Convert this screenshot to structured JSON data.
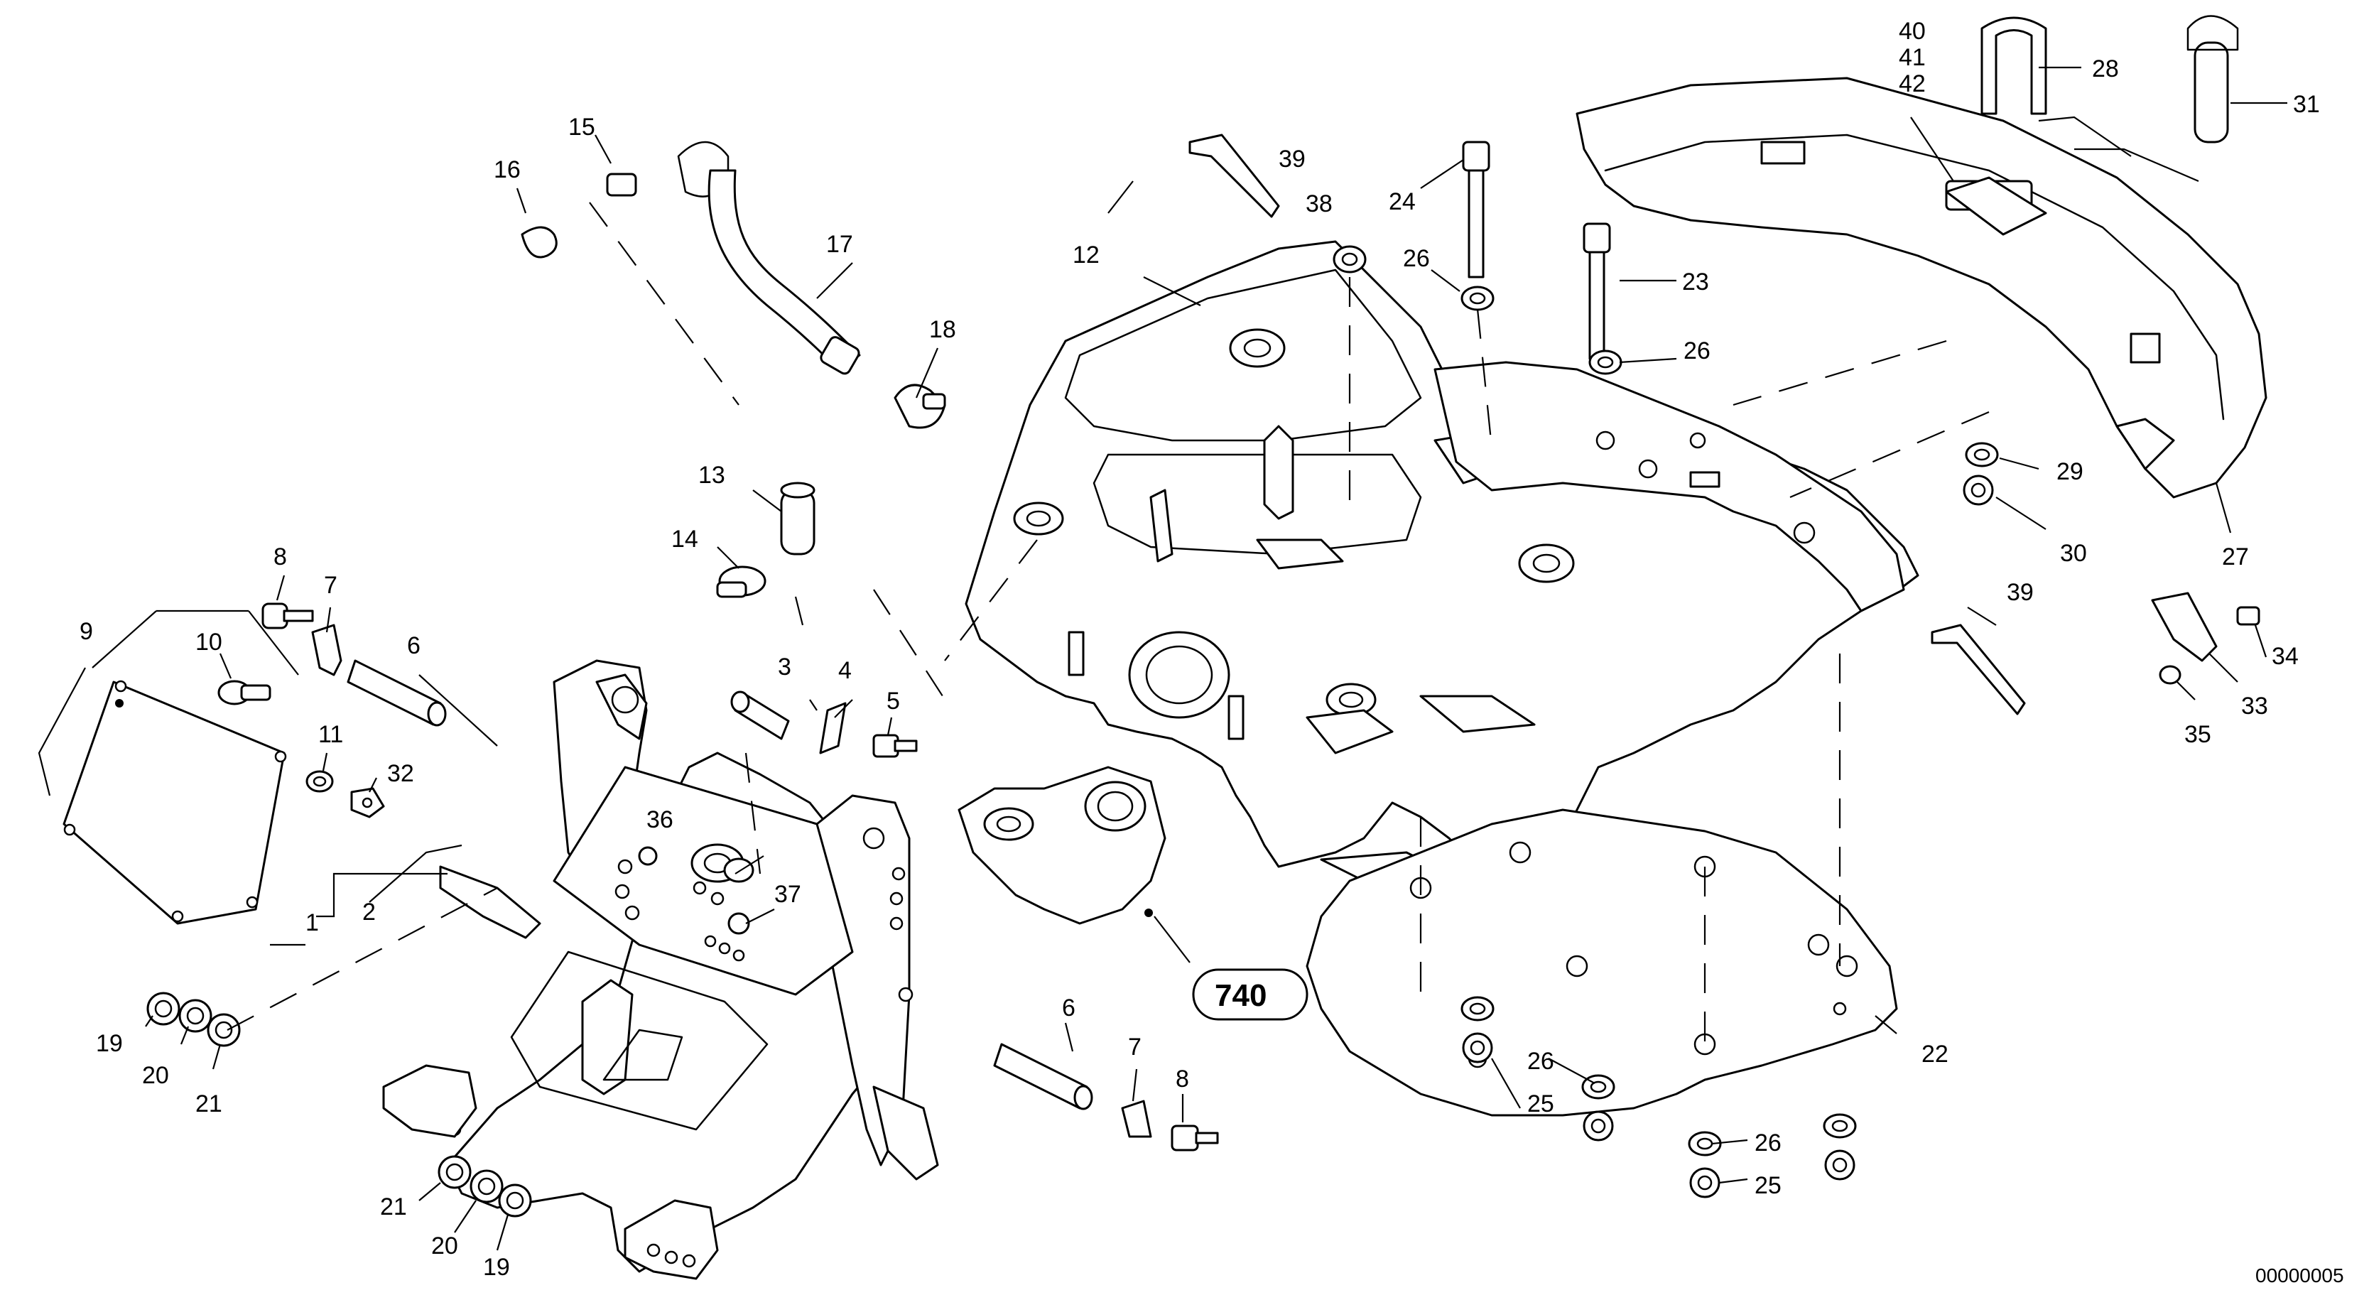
{
  "diagram": {
    "document_number": "00000005",
    "reference_box": "740",
    "labels": [
      {
        "id": "l1",
        "text": "1"
      },
      {
        "id": "l2",
        "text": "2"
      },
      {
        "id": "l3",
        "text": "3"
      },
      {
        "id": "l4",
        "text": "4"
      },
      {
        "id": "l5",
        "text": "5"
      },
      {
        "id": "l6a",
        "text": "6"
      },
      {
        "id": "l6b",
        "text": "6"
      },
      {
        "id": "l7a",
        "text": "7"
      },
      {
        "id": "l7b",
        "text": "7"
      },
      {
        "id": "l8a",
        "text": "8"
      },
      {
        "id": "l8b",
        "text": "8"
      },
      {
        "id": "l9",
        "text": "9"
      },
      {
        "id": "l10",
        "text": "10"
      },
      {
        "id": "l11",
        "text": "11"
      },
      {
        "id": "l12",
        "text": "12"
      },
      {
        "id": "l13",
        "text": "13"
      },
      {
        "id": "l14",
        "text": "14"
      },
      {
        "id": "l15",
        "text": "15"
      },
      {
        "id": "l16",
        "text": "16"
      },
      {
        "id": "l17",
        "text": "17"
      },
      {
        "id": "l18",
        "text": "18"
      },
      {
        "id": "l19a",
        "text": "19"
      },
      {
        "id": "l19b",
        "text": "19"
      },
      {
        "id": "l20a",
        "text": "20"
      },
      {
        "id": "l20b",
        "text": "20"
      },
      {
        "id": "l21a",
        "text": "21"
      },
      {
        "id": "l21b",
        "text": "21"
      },
      {
        "id": "l22",
        "text": "22"
      },
      {
        "id": "l23",
        "text": "23"
      },
      {
        "id": "l24",
        "text": "24"
      },
      {
        "id": "l25a",
        "text": "25"
      },
      {
        "id": "l25b",
        "text": "25"
      },
      {
        "id": "l26a",
        "text": "26"
      },
      {
        "id": "l26b",
        "text": "26"
      },
      {
        "id": "l26c",
        "text": "26"
      },
      {
        "id": "l26d",
        "text": "26"
      },
      {
        "id": "l27",
        "text": "27"
      },
      {
        "id": "l28",
        "text": "28"
      },
      {
        "id": "l29",
        "text": "29"
      },
      {
        "id": "l30",
        "text": "30"
      },
      {
        "id": "l31",
        "text": "31"
      },
      {
        "id": "l32",
        "text": "32"
      },
      {
        "id": "l33",
        "text": "33"
      },
      {
        "id": "l34",
        "text": "34"
      },
      {
        "id": "l35",
        "text": "35"
      },
      {
        "id": "l36",
        "text": "36"
      },
      {
        "id": "l37",
        "text": "37"
      },
      {
        "id": "l38",
        "text": "38"
      },
      {
        "id": "l39a",
        "text": "39"
      },
      {
        "id": "l39b",
        "text": "39"
      },
      {
        "id": "l40",
        "text": "40"
      },
      {
        "id": "l41",
        "text": "41"
      },
      {
        "id": "l42",
        "text": "42"
      }
    ]
  }
}
